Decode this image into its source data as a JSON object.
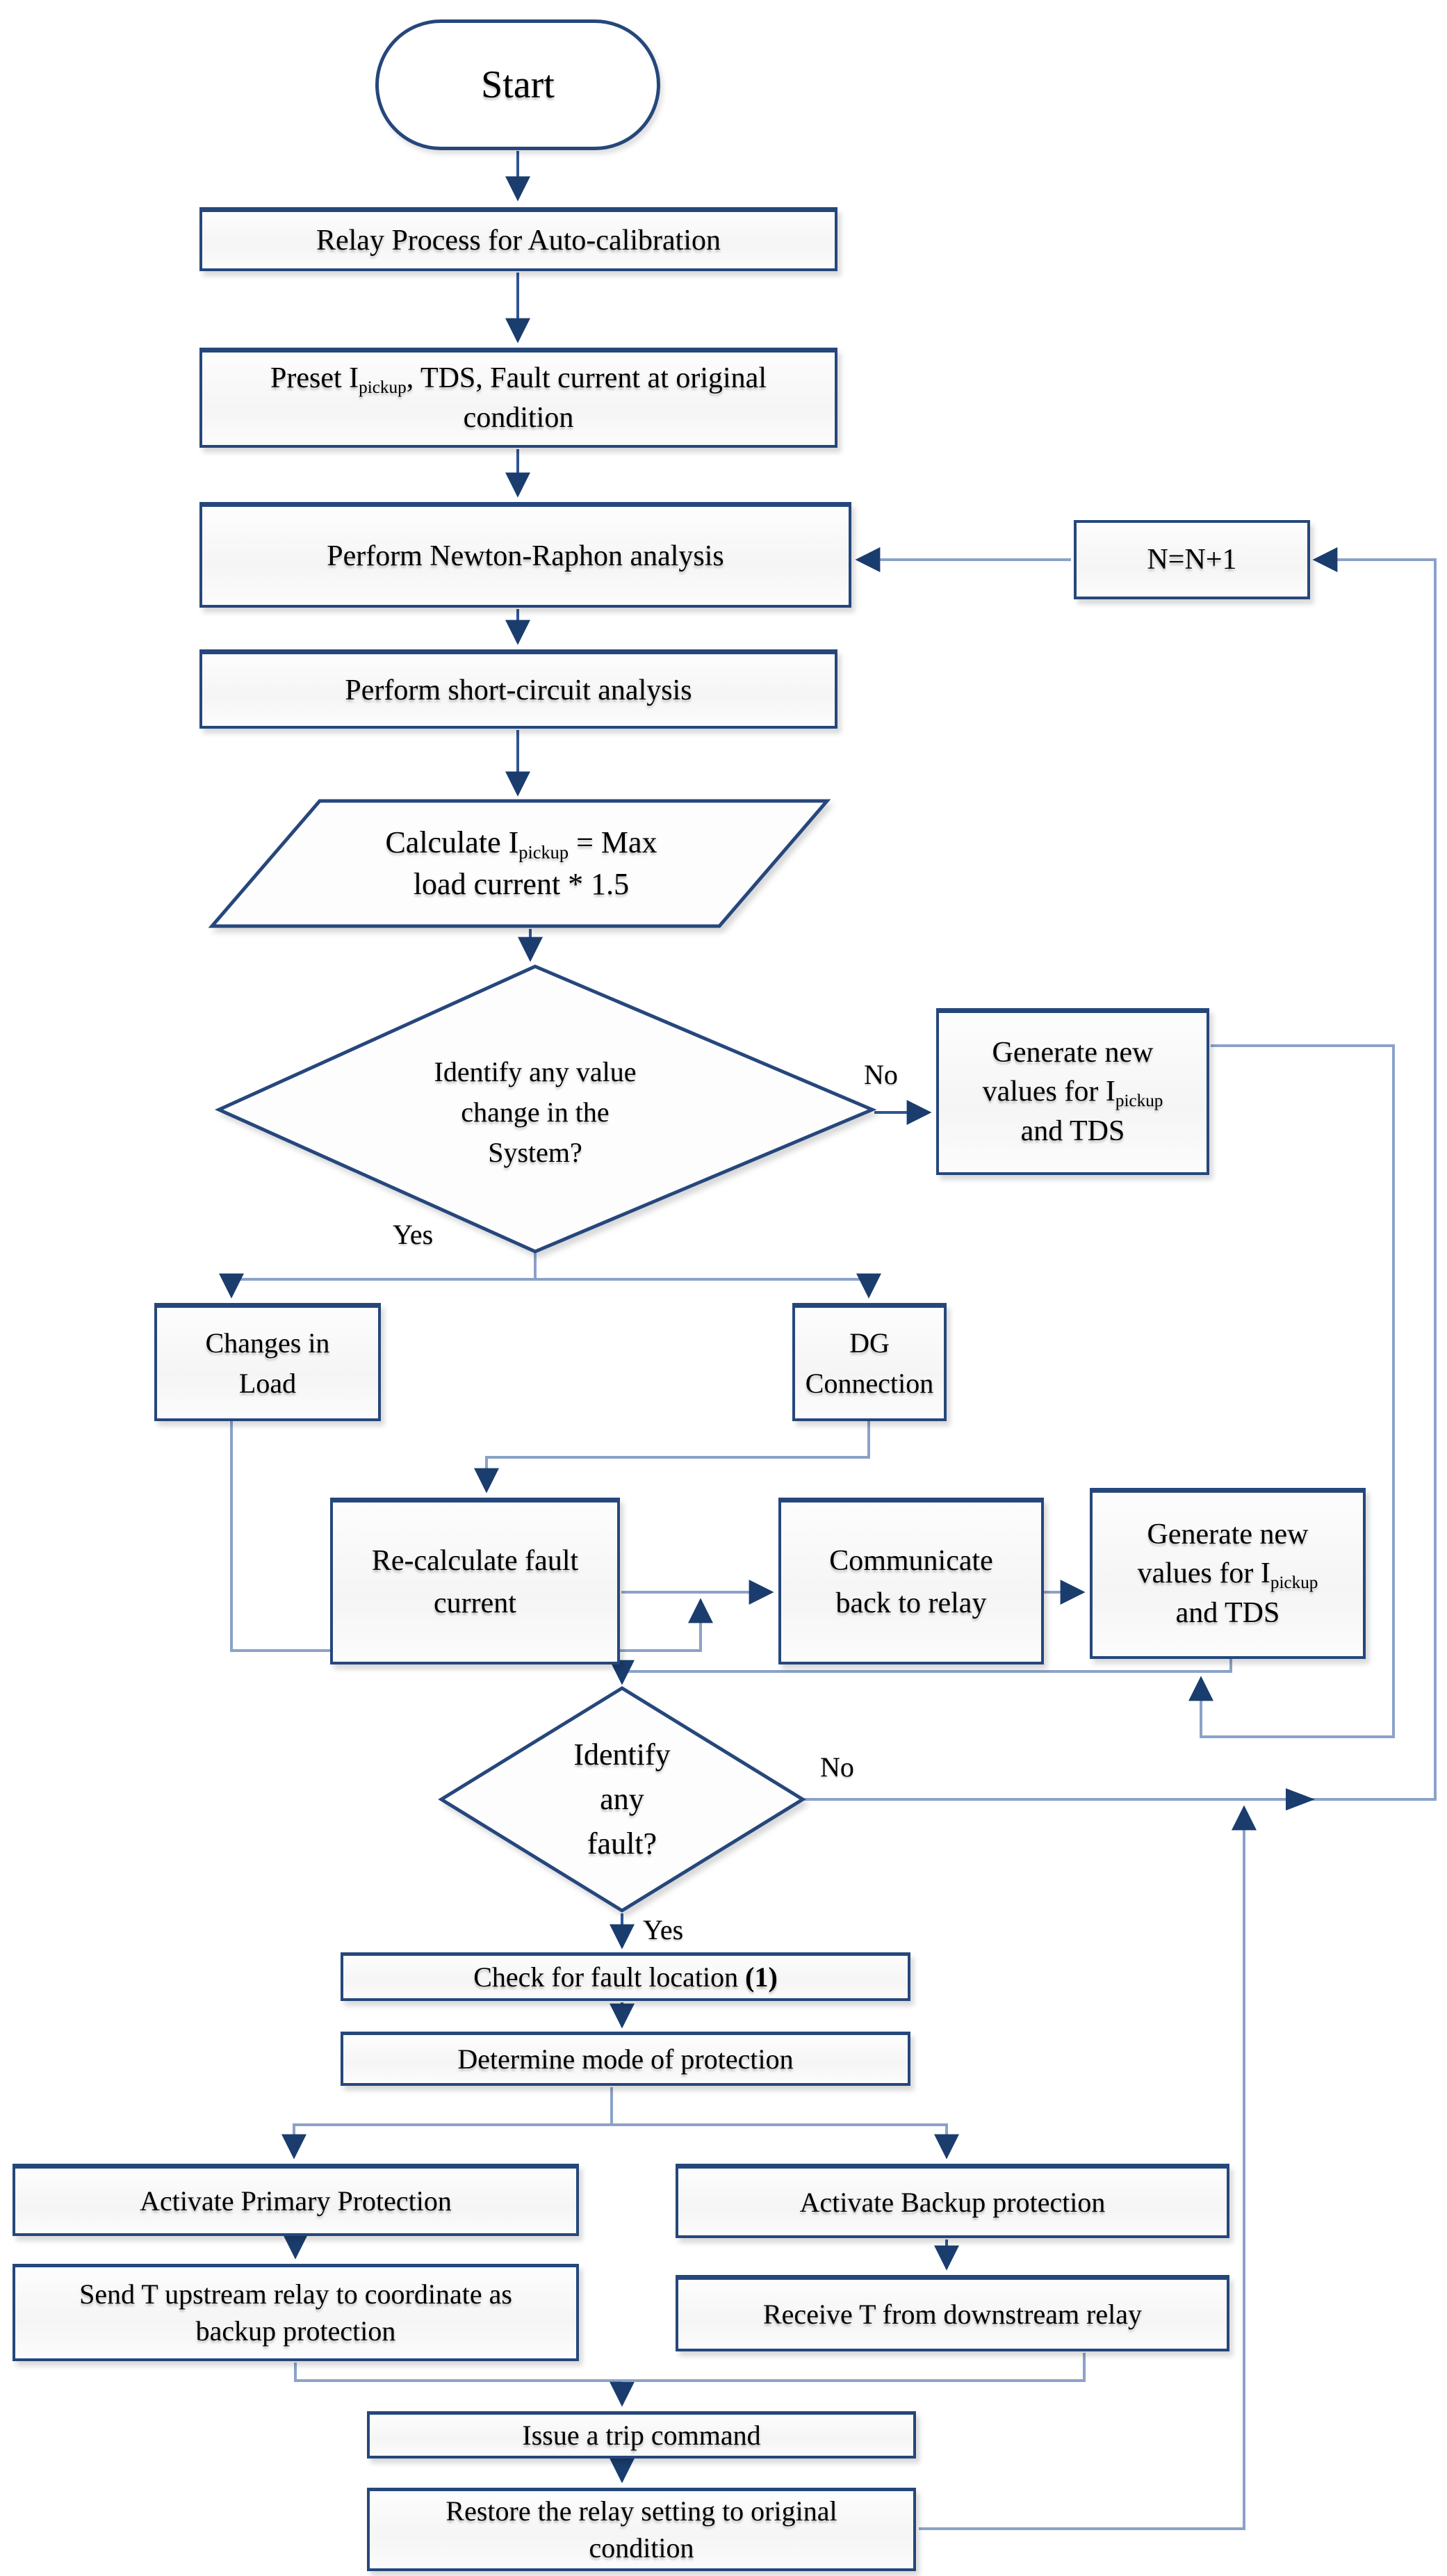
{
  "title": "Relay auto-calibration flowchart",
  "nodes": {
    "start": {
      "label": "Start"
    },
    "relay_process": {
      "label": "Relay Process for Auto-calibration"
    },
    "preset": {
      "line1_pre": "Preset I",
      "line1_sub": "pickup",
      "line1_post": ", TDS, Fault current at original",
      "line2": "condition"
    },
    "newton": {
      "label": "Perform Newton-Raphon analysis"
    },
    "short_circuit": {
      "label": "Perform short-circuit analysis"
    },
    "calculate_pickup": {
      "line1_pre": "Calculate I",
      "line1_sub": "pickup",
      "line1_post": " = Max",
      "line2": "load current * 1.5"
    },
    "value_change_decision": {
      "line1": "Identify any value",
      "line2": "change in the",
      "line3": "System?"
    },
    "generate_new_right": {
      "line1": "Generate new",
      "line2_pre": "values for I",
      "line2_sub": "pickup",
      "line3": "and TDS"
    },
    "n_increment": {
      "label": "N=N+1"
    },
    "changes_in_load": {
      "line1": "Changes in",
      "line2": "Load"
    },
    "dg_connection": {
      "line1": "DG",
      "line2": "Connection"
    },
    "recalculate_fault": {
      "line1": "Re-calculate fault",
      "line2": "current"
    },
    "communicate_relay": {
      "line1": "Communicate",
      "line2": "back to relay"
    },
    "generate_new_mid": {
      "line1": "Generate new",
      "line2_pre": "values for I",
      "line2_sub": "pickup",
      "line3": "and TDS"
    },
    "fault_decision": {
      "line1": "Identify",
      "line2": "any",
      "line3": "fault?"
    },
    "check_fault_location": {
      "pre": "Check for fault location ",
      "bold": "(1)"
    },
    "determine_mode": {
      "label": "Determine mode of protection"
    },
    "activate_primary": {
      "label": "Activate Primary Protection"
    },
    "send_t_upstream": {
      "line1": "Send T upstream relay to coordinate as",
      "line2": "backup protection"
    },
    "activate_backup": {
      "label": "Activate Backup protection"
    },
    "receive_t_downstream": {
      "label": "Receive T from downstream relay"
    },
    "issue_trip": {
      "label": "Issue a trip command"
    },
    "restore_setting": {
      "line1": "Restore the relay setting to original",
      "line2": "condition"
    }
  },
  "edge_labels": {
    "value_change_yes": "Yes",
    "value_change_no": "No",
    "fault_yes": "Yes",
    "fault_no": "No"
  },
  "colors": {
    "shape_border": "#25477b",
    "connector_light": "#8ba2c8",
    "connector_dark": "#2f5496",
    "arrowhead": "#1b3d6e",
    "text": "#000000",
    "background": "#ffffff"
  }
}
